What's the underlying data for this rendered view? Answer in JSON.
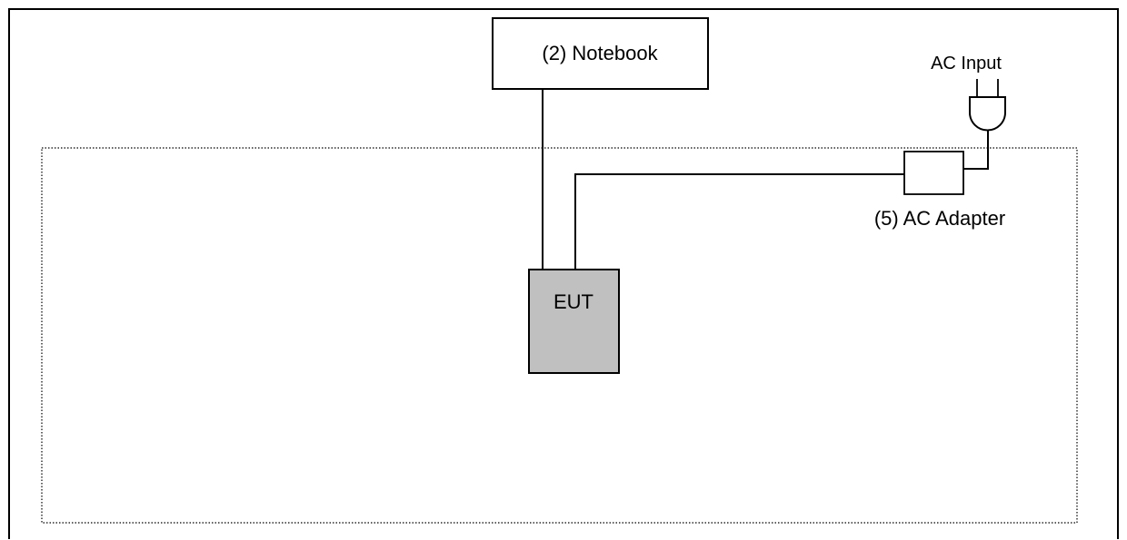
{
  "labels": {
    "notebook": "(2) Notebook",
    "eut": "EUT",
    "ac_adapter": "(5) AC Adapter",
    "ac_input": "AC Input"
  },
  "colors": {
    "line": "#000000",
    "eut_fill": "#c0c0c0",
    "background": "#ffffff"
  }
}
